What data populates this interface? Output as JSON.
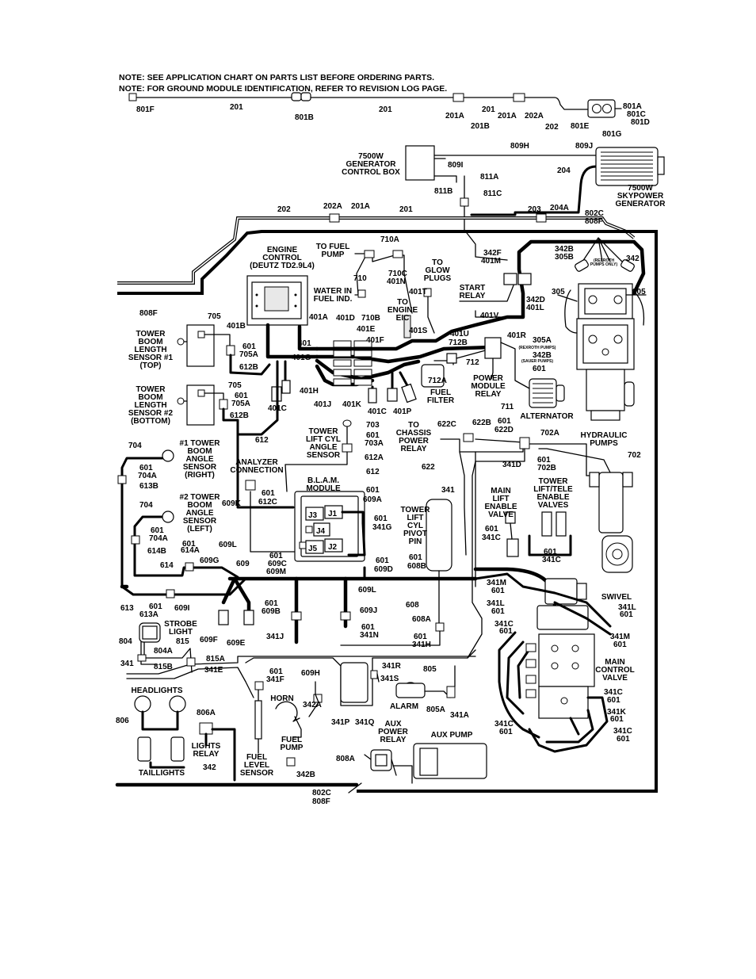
{
  "notes": [
    "NOTE: SEE APPLICATION CHART ON PARTS LIST BEFORE ORDERING PARTS.",
    "NOTE: FOR GROUND MODULE IDENTIFICATION, REFER TO REVISION LOG PAGE."
  ],
  "components": {
    "generator_control_box": [
      "7500W",
      "GENERATOR",
      "CONTROL BOX"
    ],
    "skypower_generator": [
      "7500W",
      "SKYPOWER",
      "GENERATOR"
    ],
    "engine_control": [
      "ENGINE",
      "CONTROL",
      "(DEUTZ TD2.9L4)"
    ],
    "to_fuel_pump": [
      "TO FUEL",
      "PUMP"
    ],
    "to_glow_plugs": [
      "TO",
      "GLOW",
      "PLUGS"
    ],
    "start_relay": [
      "START",
      "RELAY"
    ],
    "water_in_fuel": [
      "WATER IN",
      "FUEL IND."
    ],
    "to_engine_eic": [
      "TO",
      "ENGINE",
      "EIC"
    ],
    "tower_boom_sensor_1": [
      "TOWER",
      "BOOM",
      "LENGTH",
      "SENSOR #1",
      "(TOP)"
    ],
    "tower_boom_sensor_2": [
      "TOWER",
      "BOOM",
      "LENGTH",
      "SENSOR #2",
      "(BOTTOM)"
    ],
    "power_module_relay": [
      "POWER",
      "MODULE",
      "RELAY"
    ],
    "fuel_filter": [
      "FUEL",
      "FILTER"
    ],
    "alternator": "ALTERNATOR",
    "hydraulic_pumps": [
      "HYDRAULIC",
      "PUMPS"
    ],
    "rexroth_pumps_only": [
      "(REXROTH",
      "PUMPS ONLY)"
    ],
    "rexroth_pumps": "(REXROTH PUMPS)",
    "sauer_pumps": "(SAUER PUMPS)",
    "tower_lift_cyl_angle": [
      "TOWER",
      "LIFT CYL",
      "ANGLE",
      "SENSOR"
    ],
    "to_chassis_power_relay": [
      "TO",
      "CHASSIS",
      "POWER",
      "RELAY"
    ],
    "angle_sensor_right": [
      "#1 TOWER",
      "BOOM",
      "ANGLE",
      "SENSOR",
      "(RIGHT)"
    ],
    "angle_sensor_left": [
      "#2 TOWER",
      "BOOM",
      "ANGLE",
      "SENSOR",
      "(LEFT)"
    ],
    "analyzer_connection": [
      "ANALYZER",
      "CONNECTION"
    ],
    "blam_module": [
      "B.L.A.M.",
      "MODULE"
    ],
    "tower_lift_cyl_pivot": [
      "TOWER",
      "LIFT",
      "CYL",
      "PIVOT",
      "PIN"
    ],
    "main_lift_enable": [
      "MAIN",
      "LIFT",
      "ENABLE",
      "VALVE"
    ],
    "tower_lift_tele_enable": [
      "TOWER",
      "LIFT/TELE",
      "ENABLE",
      "VALVES"
    ],
    "swivel": "SWIVEL",
    "main_control_valve": [
      "MAIN",
      "CONTROL",
      "VALVE"
    ],
    "strobe_light": [
      "STROBE",
      "LIGHT"
    ],
    "headlights": "HEADLIGHTS",
    "lights_relay": [
      "LIGHTS",
      "RELAY"
    ],
    "taillights": "TAILLIGHTS",
    "fuel_level_sensor": [
      "FUEL",
      "LEVEL",
      "SENSOR"
    ],
    "horn": "HORN",
    "fuel_pump": [
      "FUEL",
      "PUMP"
    ],
    "alarm": "ALARM",
    "aux_power_relay": [
      "AUX",
      "POWER",
      "RELAY"
    ],
    "aux_pump": "AUX PUMP"
  },
  "blam_ports": [
    "J1",
    "J2",
    "J3",
    "J4",
    "J5"
  ],
  "wire_labels": {
    "w801f_a": "801F",
    "w201_a": "201",
    "w801b": "801B",
    "w201_b": "201",
    "w201a_a": "201A",
    "w201b": "201B",
    "w201_c": "201",
    "w201a_b": "201A",
    "w202a_a": "202A",
    "w202_a": "202",
    "w801a": "801A",
    "w801c": "801C",
    "w801d": "801D",
    "w801e": "801E",
    "w801g": "801G",
    "w809h": "809H",
    "w809j": "809J",
    "w809i": "809I",
    "w204_a": "204",
    "w811a": "811A",
    "w811b": "811B",
    "w811c": "811C",
    "w202_b": "202",
    "w202a_b": "202A",
    "w201a_c": "201A",
    "w201_d": "201",
    "w203": "203",
    "w204a": "204A",
    "w802c_a": "802C",
    "w808f_a": "808F",
    "w710a": "710A",
    "w710": "710",
    "w710c": "710C",
    "w401n": "401N",
    "w342f": "342F",
    "w401m": "401M",
    "w342b_a": "342B",
    "w305b": "305B",
    "w342_a": "342",
    "w305_a": "305",
    "w305_b": "305",
    "w401t": "401T",
    "w342d": "342D",
    "w401l": "401L",
    "w710b": "710B",
    "w808f_b": "808F",
    "w705_a": "705",
    "w401b": "401B",
    "w401a": "401A",
    "w401d": "401D",
    "w401e": "401E",
    "w401f": "401F",
    "w401s": "401S",
    "w401v": "401V",
    "w401u": "401U",
    "w712b": "712B",
    "w401r": "401R",
    "w305a": "305A",
    "w342b_b": "342B",
    "w601_a": "601",
    "w401_a": "401",
    "w601_b": "601",
    "w705a_a": "705A",
    "w612b_a": "612B",
    "w712": "712",
    "w401g": "401G",
    "w401c_a": "401C",
    "w401h": "401H",
    "w401j": "401J",
    "w401k": "401K",
    "w401c_b": "401C",
    "w401p": "401P",
    "w712a": "712A",
    "w711": "711",
    "w705_b": "705",
    "w601_c": "601",
    "w705a_b": "705A",
    "w612b_b": "612B",
    "w612_a": "612",
    "w703": "703",
    "w601_d": "601",
    "w703a": "703A",
    "w612a": "612A",
    "w612_b": "612",
    "w622c": "622C",
    "w622b": "622B",
    "w601_e": "601",
    "w622d": "622D",
    "w702a": "702A",
    "w622": "622",
    "w341d": "341D",
    "w601_f": "601",
    "w702b": "702B",
    "w702": "702",
    "w704_a": "704",
    "w601_g": "601",
    "w704a_a": "704A",
    "w613b": "613B",
    "w609k": "609K",
    "w601_h": "601",
    "w612c": "612C",
    "w601_i": "601",
    "w609a": "609A",
    "w601_j": "601",
    "w341g": "341G",
    "w341_a": "341",
    "w601_k": "601",
    "w341c_a": "341C",
    "w704_b": "704",
    "w601_l": "601",
    "w704a_b": "704A",
    "w614b": "614B",
    "w601_m": "601",
    "w614a": "614A",
    "w609l_a": "609L",
    "w601_n": "601",
    "w609c": "609C",
    "w609m": "609M",
    "w601_o": "601",
    "w609d": "609D",
    "w601_p": "601",
    "w608b": "608B",
    "w601_q": "601",
    "w341c_b": "341C",
    "w614": "614",
    "w609g": "609G",
    "w609_a": "609",
    "w609l_b": "609L",
    "w613": "613",
    "w601_r": "601",
    "w609i": "609I",
    "w613a": "613A",
    "w601_s": "601",
    "w609b": "609B",
    "w609j": "609J",
    "w601_t": "601",
    "w341n": "341N",
    "w608": "608",
    "w608a": "608A",
    "w601_u": "601",
    "w341h": "341H",
    "w609f": "609F",
    "w609e": "609E",
    "w341j": "341J",
    "w341m_a": "341M",
    "w601_v": "601",
    "w341l_a": "341L",
    "w601_w": "601",
    "w341c_c": "341C",
    "w601_x": "601",
    "w341l_b": "341L",
    "w601_y": "601",
    "w341m_b": "341M",
    "w601_z": "601",
    "w804": "804",
    "w804a": "804A",
    "w815": "815",
    "w815a": "815A",
    "w341_b": "341",
    "w815b": "815B",
    "w341e": "341E",
    "w601_aa": "601",
    "w341f": "341F",
    "w609h": "609H",
    "w341r": "341R",
    "w341s": "341S",
    "w805": "805",
    "w342a": "342A",
    "w805a": "805A",
    "w341a": "341A",
    "w341c_d": "341C",
    "w601_ab": "601",
    "w806": "806",
    "w806a": "806A",
    "w341p": "341P",
    "w341q": "341Q",
    "w341k": "341K",
    "w601_ac": "601",
    "w341c_e": "341C",
    "w601_ad": "601",
    "w341c_f": "341C",
    "w601_ae": "601",
    "w808a": "808A",
    "w342_b": "342",
    "w342b_c": "342B",
    "w802c_b": "802C",
    "w808f_c": "808F"
  }
}
